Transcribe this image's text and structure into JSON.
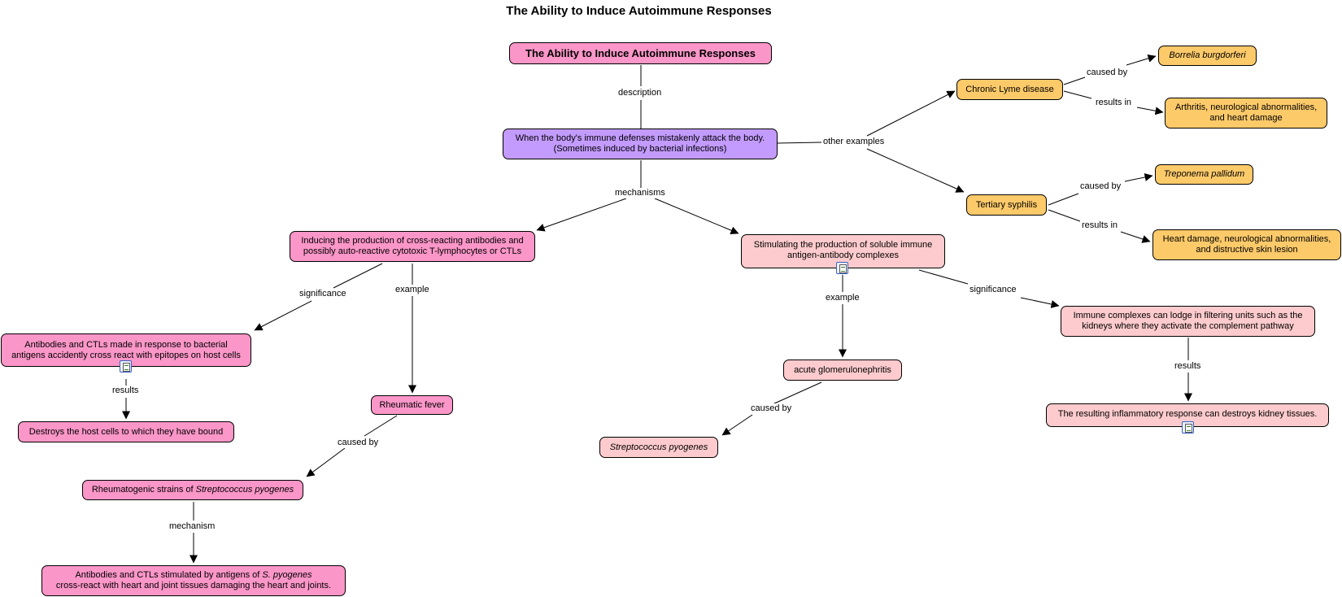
{
  "title": "The Ability to Induce Autoimmune Responses",
  "nodes": {
    "root": "The Ability to Induce Autoimmune Responses",
    "definition": "When the body's immune defenses mistakenly attack the body. (Sometimes induced by bacterial infections)",
    "cross_react": "Inducing the production of cross-reacting antibodies and possibly auto-reactive cytotoxic T-lymphocytes or CTLs",
    "complexes": "Stimulating the production of soluble immune antigen-antibody complexes",
    "antibodies_ctls": "Antibodies and CTLs made in response to bacterial antigens accidently cross react with epitopes on host cells",
    "destroys": "Destroys the host cells to which they have bound",
    "rheumatic": "Rheumatic fever",
    "rheumatogenic": "Rheumatogenic strains of <i>Streptococcus pyogenes</i>",
    "stimulated": "Antibodies and CTLs stimulated by antigens of <i>S. pyogenes</i><br>cross-react with heart and joint tissues damaging the heart and joints.",
    "glomerulo": "acute glomerulonephritis",
    "strep": "<i>Streptococcus pyogenes</i>",
    "lodge": "Immune complexes can lodge in filtering units such as the kidneys where they activate the complement pathway",
    "inflammatory": "The resulting inflammatory response can destroys kidney tissues.",
    "lyme": "Chronic Lyme disease",
    "borrelia": "<i>Borrelia burgdorferi</i>",
    "arthritis": "Arthritis, neurological abnormalities, and heart damage",
    "syphilis": "Tertiary syphilis",
    "treponema": "<i>Treponema pallidum</i>",
    "heart": "Heart damage, neurological abnormalities, and distructive skin lesion"
  },
  "edges": {
    "description": "description",
    "mechanisms": "mechanisms",
    "other_examples": "other examples",
    "significance_left": "significance",
    "example_left": "example",
    "results_left": "results",
    "caused_by_rheumatic": "caused by",
    "mechanism": "mechanism",
    "example_right": "example",
    "caused_by_glomerulo": "caused by",
    "significance_right": "significance",
    "results_right": "results",
    "caused_by_lyme": "caused by",
    "results_in_lyme": "results in",
    "caused_by_syphilis": "caused by",
    "results_in_syphilis": "results in"
  },
  "icons": [
    "resource-doc-icon",
    "resource-doc-icon",
    "resource-doc-icon"
  ],
  "colors": {
    "pink": "#fb96c8",
    "light_pink": "#fdcbcd",
    "purple": "#c39bfe",
    "orange": "#fdca6a"
  }
}
